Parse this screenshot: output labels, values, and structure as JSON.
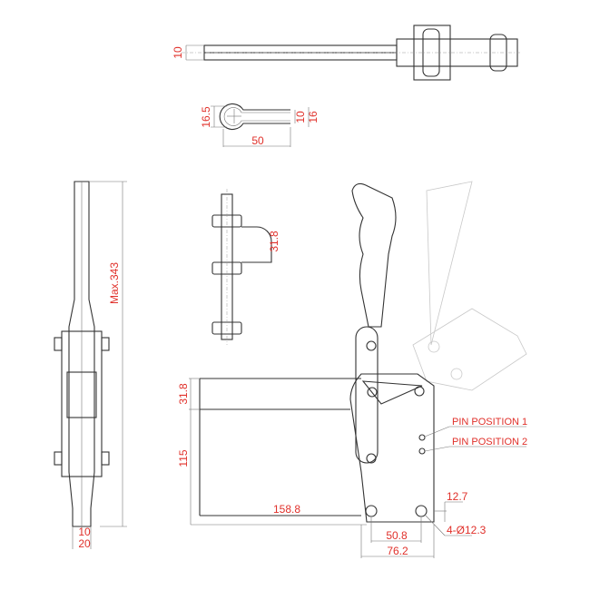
{
  "title": "Vertical toggle clamp dimension drawing",
  "colors": {
    "dimension_text": "#e0302a",
    "outline": "#333333",
    "ghost": "#c8c8c8"
  },
  "dimensions": {
    "rod_thickness": "10",
    "clevis_width": "16.5",
    "clevis_slot": "10",
    "clevis_outer": "16",
    "clevis_length": "50",
    "side_max_height": "Max.343",
    "side_bottom_1": "10",
    "side_bottom_2": "20",
    "spindle_offset": "31.8",
    "arm_height": "31.8",
    "base_height": "115",
    "arm_length": "158.8",
    "hole_spacing": "50.8",
    "base_width": "76.2",
    "hole_edge": "12.7",
    "hole_spec": "4-Ø12.3"
  },
  "annotations": {
    "pin_position_1": "PIN POSITION 1",
    "pin_position_2": "PIN POSITION 2"
  }
}
